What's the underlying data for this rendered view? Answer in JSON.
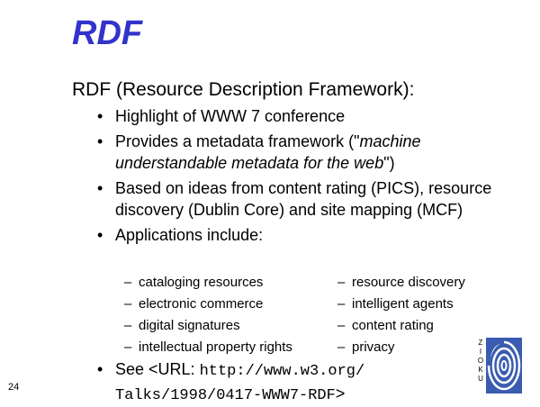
{
  "slide": {
    "title": "RDF",
    "lead": "RDF (Resource Description Framework):",
    "bullets": [
      {
        "text": "Highlight of WWW 7 conference"
      },
      {
        "pre": "Provides a metadata framework (\"",
        "italic": "machine understandable metadata for the web",
        "post": "\")"
      },
      {
        "text": "Based on ideas from content rating (PICS), resource discovery (Dublin Core) and site mapping (MCF)"
      },
      {
        "text": "Applications include:"
      }
    ],
    "applications_left": [
      "cataloging resources",
      "electronic commerce",
      "digital signatures",
      "intellectual property rights"
    ],
    "applications_right": [
      "resource discovery",
      "intelligent agents",
      "content rating",
      "privacy"
    ],
    "see": {
      "label": "See <URL: ",
      "url": "http://www.w3.org/ Talks/1998/0417-WWW7-RDF",
      "close": ">"
    },
    "page_number": "24",
    "logo": {
      "letters": [
        "Z",
        "I",
        "O",
        "K",
        "U"
      ],
      "icon": "ukoln-spiral-logo",
      "color": "#3355aa"
    }
  }
}
